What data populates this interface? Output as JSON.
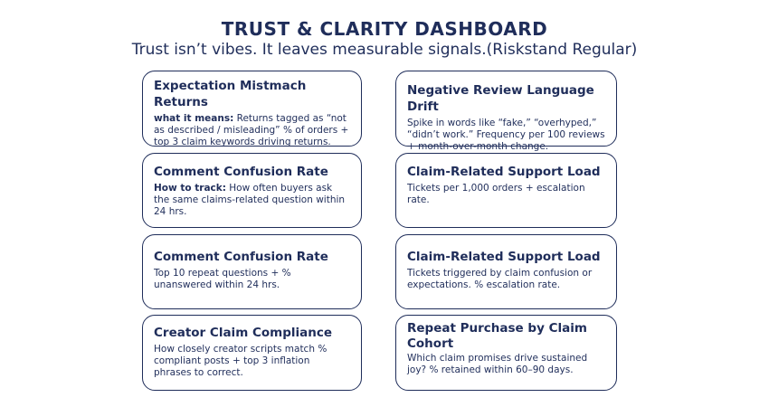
{
  "header": {
    "title": "TRUST & CLARITY DASHBOARD",
    "subtitle": "Trust isn’t vibes. It leaves measurable signals.(Riskstand Regular)"
  },
  "cards": [
    {
      "title": "Expectation Mistmach Returns",
      "lead": "what it means:",
      "body": " Returns tagged as “not as described / misleading” % of orders + top 3 claim keywords driving returns."
    },
    {
      "title": "Negative Review Language Drift",
      "lead": "",
      "body": "Spike in words like “fake,” “overhyped,” “didn’t work.” Frequency per 100 reviews + month-over-month change."
    },
    {
      "title": "Comment Confusion Rate",
      "lead": "How to track:",
      "body": " How often buyers ask the same claims-related question within 24 hrs."
    },
    {
      "title": "Claim-Related Support Load",
      "lead": "",
      "body": "Tickets per 1,000 orders + escalation rate."
    },
    {
      "title": "Comment Confusion Rate",
      "lead": "",
      "body": "Top 10 repeat questions + % unanswered within 24 hrs."
    },
    {
      "title": "Claim-Related Support Load",
      "lead": "",
      "body": "Tickets triggered by claim confusion or expectations. % escalation rate."
    },
    {
      "title": "Creator Claim Compliance",
      "lead": "",
      "body": "How closely creator scripts match % compliant posts + top 3 inflation phrases to correct."
    },
    {
      "title": "Repeat Purchase by Claim Cohort",
      "lead": "",
      "body": "Which claim promises drive sustained joy? % retained within 60–90 days."
    }
  ]
}
